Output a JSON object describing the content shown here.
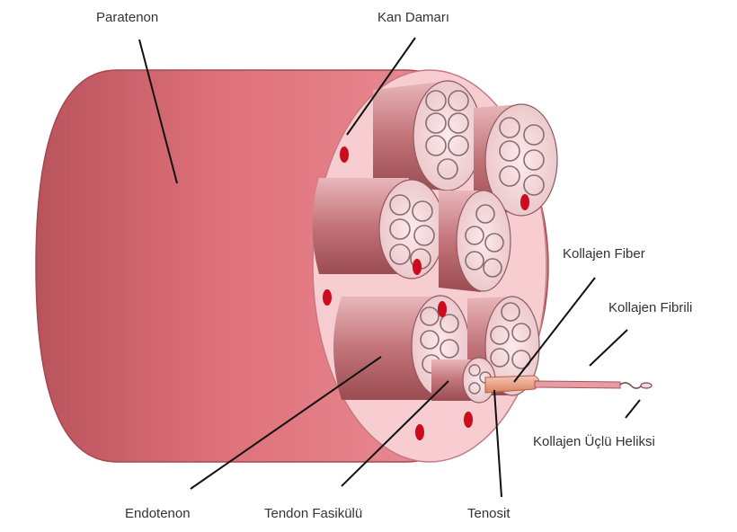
{
  "labels": {
    "paratenon": "Paratenon",
    "kan_damari": "Kan Damarı",
    "kollajen_fiber": "Kollajen Fiber",
    "kollajen_fibrili": "Kollajen Fibrili",
    "kollajen_uclu_heliksi": "Kollajen Üçlü Heliksi",
    "endotenon": "Endotenon",
    "tendon_fasikulu": "Tendon Fasikülü",
    "tenosit": "Tenosit"
  },
  "colors": {
    "outer_sheath": "#d6616b",
    "cross_section": "#f6c9cf",
    "fascicle": "#b9656d",
    "fascicle_face": "#f1d6d8",
    "fibre_ring": "#8a6b70",
    "blood_vessel": "#cc0c1c",
    "leader_line": "#111111"
  }
}
